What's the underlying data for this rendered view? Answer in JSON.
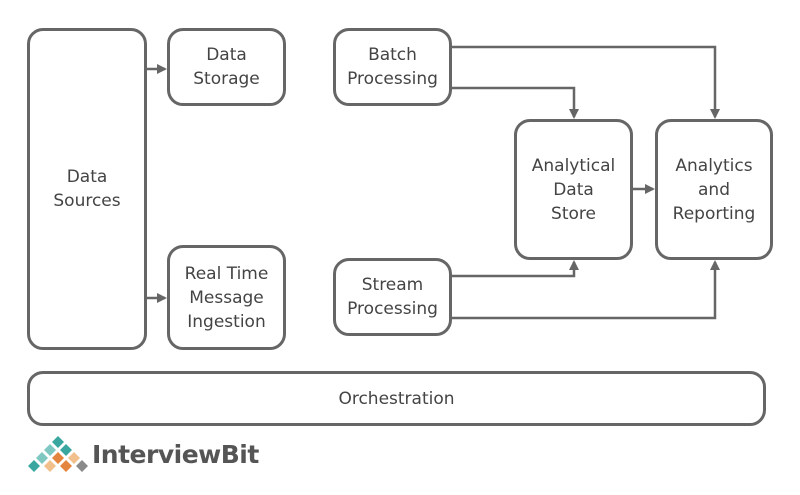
{
  "nodes": {
    "data_sources": [
      "Data",
      "Sources"
    ],
    "data_storage": [
      "Data",
      "Storage"
    ],
    "real_time": [
      "Real Time",
      "Message",
      "Ingestion"
    ],
    "batch": [
      "Batch",
      "Processing"
    ],
    "stream": [
      "Stream",
      "Processing"
    ],
    "analytical_store": [
      "Analytical",
      "Data",
      "Store"
    ],
    "analytics": [
      "Analytics",
      "and",
      "Reporting"
    ],
    "orchestration": "Orchestration"
  },
  "edges": [
    {
      "from": "data_sources",
      "to": "data_storage"
    },
    {
      "from": "data_sources",
      "to": "real_time"
    },
    {
      "from": "batch",
      "to": "analytical_store"
    },
    {
      "from": "batch",
      "to": "analytics"
    },
    {
      "from": "stream",
      "to": "analytical_store"
    },
    {
      "from": "stream",
      "to": "analytics"
    },
    {
      "from": "analytical_store",
      "to": "analytics"
    }
  ],
  "logo": {
    "text": "InterviewBit",
    "colors": [
      "#3aa6a0",
      "#7fc8c2",
      "#e3843f",
      "#f2c08d",
      "#8a8a8a"
    ]
  },
  "colors": {
    "stroke": "#666666",
    "text": "#444444"
  }
}
